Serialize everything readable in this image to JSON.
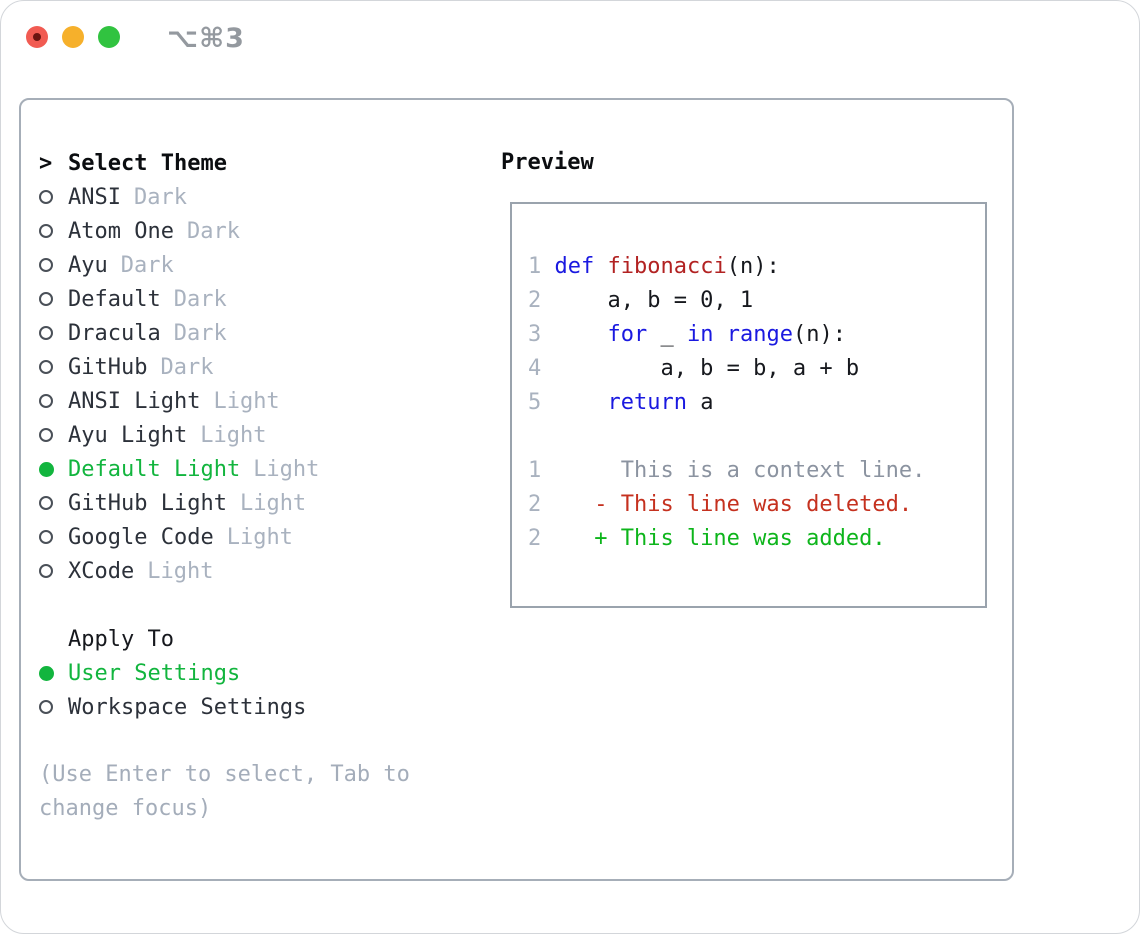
{
  "window": {
    "title": "⌥⌘3",
    "traffic_lights": [
      "close",
      "minimize",
      "zoom"
    ]
  },
  "theme_list": {
    "prompt": ">",
    "header": "Select Theme",
    "items": [
      {
        "name": "ANSI",
        "variant": "Dark",
        "selected": false
      },
      {
        "name": "Atom One",
        "variant": "Dark",
        "selected": false
      },
      {
        "name": "Ayu",
        "variant": "Dark",
        "selected": false
      },
      {
        "name": "Default",
        "variant": "Dark",
        "selected": false
      },
      {
        "name": "Dracula",
        "variant": "Dark",
        "selected": false
      },
      {
        "name": "GitHub",
        "variant": "Dark",
        "selected": false
      },
      {
        "name": "ANSI Light",
        "variant": "Light",
        "selected": false
      },
      {
        "name": "Ayu Light",
        "variant": "Light",
        "selected": false
      },
      {
        "name": "Default Light",
        "variant": "Light",
        "selected": true
      },
      {
        "name": "GitHub Light",
        "variant": "Light",
        "selected": false
      },
      {
        "name": "Google Code",
        "variant": "Light",
        "selected": false
      },
      {
        "name": "XCode",
        "variant": "Light",
        "selected": false
      }
    ]
  },
  "apply_to": {
    "header": "Apply To",
    "options": [
      {
        "label": "User Settings",
        "selected": true
      },
      {
        "label": "Workspace Settings",
        "selected": false
      }
    ]
  },
  "hint": "(Use Enter to select, Tab to change focus)",
  "preview": {
    "header": "Preview",
    "lines": [
      {
        "num": "1",
        "tokens": [
          [
            "def",
            "kw"
          ],
          [
            " ",
            "fg"
          ],
          [
            "fibonacci",
            "fn"
          ],
          [
            "(n):",
            "fg"
          ]
        ]
      },
      {
        "num": "2",
        "tokens": [
          [
            "    a, b = 0, 1",
            "fg"
          ]
        ]
      },
      {
        "num": "3",
        "tokens": [
          [
            "    ",
            "fg"
          ],
          [
            "for",
            "kw"
          ],
          [
            " _ ",
            "fg"
          ],
          [
            "in",
            "kw"
          ],
          [
            " ",
            "fg"
          ],
          [
            "range",
            "kw"
          ],
          [
            "(n):",
            "fg"
          ]
        ]
      },
      {
        "num": "4",
        "tokens": [
          [
            "        a, b = b, a + b",
            "fg"
          ]
        ]
      },
      {
        "num": "5",
        "tokens": [
          [
            "    ",
            "fg"
          ],
          [
            "return",
            "kw"
          ],
          [
            " a",
            "fg"
          ]
        ]
      },
      {
        "num": "",
        "tokens": []
      },
      {
        "num": "1",
        "tokens": [
          [
            "     This is a context line.",
            "ctx"
          ]
        ]
      },
      {
        "num": "2",
        "tokens": [
          [
            "   - This line was deleted.",
            "del"
          ]
        ]
      },
      {
        "num": "2",
        "tokens": [
          [
            "   + This line was added.",
            "add"
          ]
        ]
      }
    ]
  },
  "colors": {
    "selected_green": "#12b53e",
    "added_green": "#0db51b",
    "deleted_red": "#c5311f",
    "keyword_blue": "#1a19e0",
    "function_red": "#b22222",
    "muted_gray": "#a9b2bf",
    "context_gray": "#8b93a0",
    "panel_border": "#a6aeb8",
    "traffic_red": "#f15b52",
    "traffic_yellow": "#f6b02b",
    "traffic_green": "#31c340"
  }
}
